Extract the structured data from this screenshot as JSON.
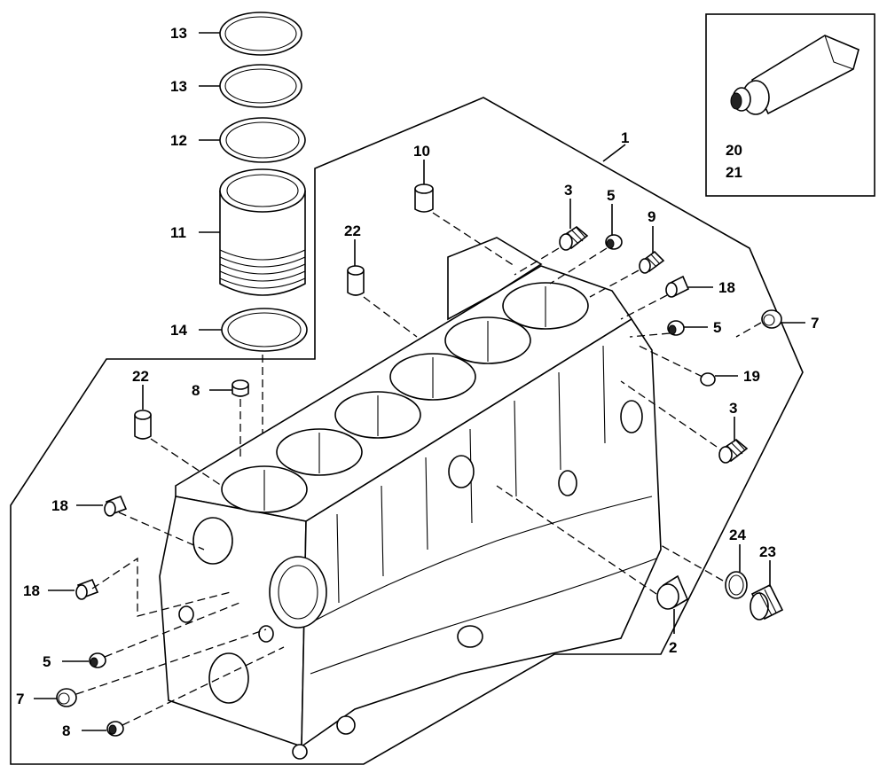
{
  "callouts": {
    "c1": "1",
    "c2": "2",
    "c3a": "3",
    "c3b": "3",
    "c5a": "5",
    "c5b": "5",
    "c5c": "5",
    "c7a": "7",
    "c7b": "7",
    "c8a": "8",
    "c8b": "8",
    "c9": "9",
    "c10": "10",
    "c11": "11",
    "c12": "12",
    "c13a": "13",
    "c13b": "13",
    "c14": "14",
    "c18a": "18",
    "c18b": "18",
    "c18c": "18",
    "c19": "19",
    "c20": "20",
    "c21": "21",
    "c22a": "22",
    "c22b": "22",
    "c23": "23",
    "c24": "24"
  },
  "colors": {
    "ink": "#000000",
    "paper": "#ffffff"
  }
}
